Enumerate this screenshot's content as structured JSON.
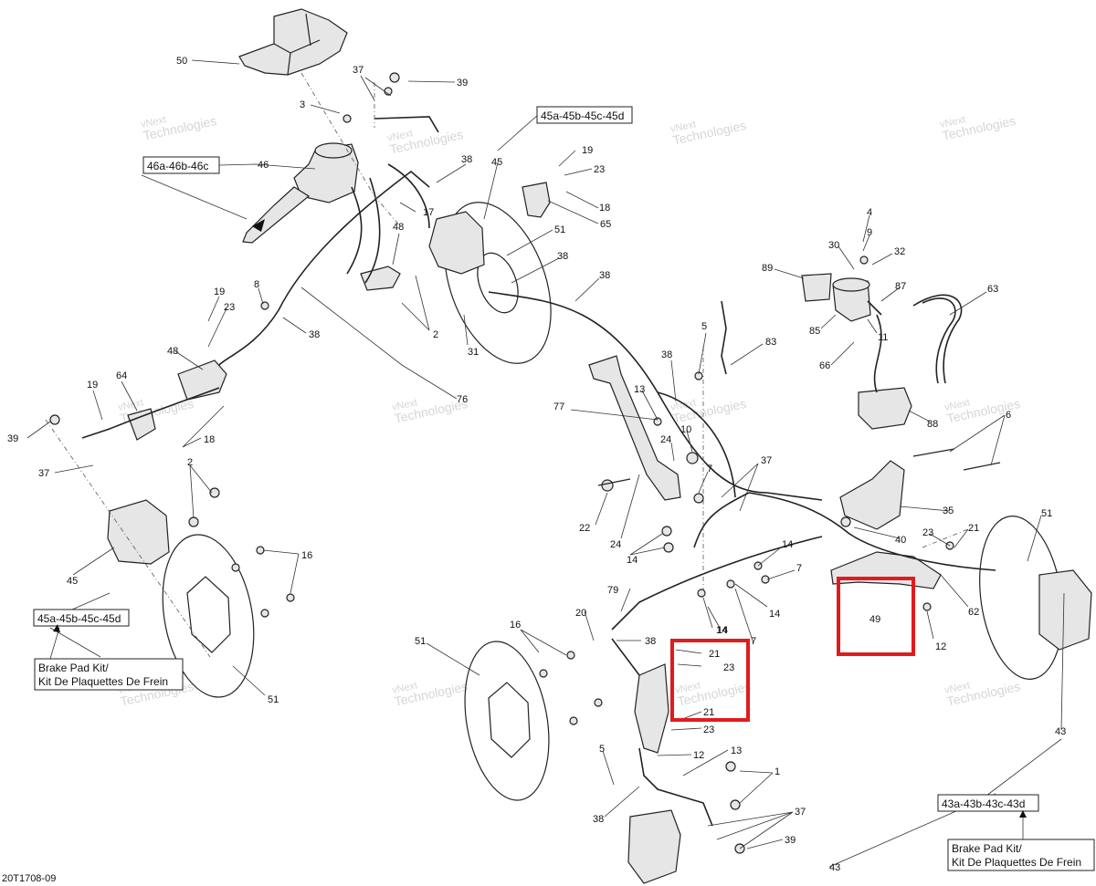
{
  "figure_code": "20T1708-09",
  "watermark": {
    "company": "vNext",
    "text": "Technologies",
    "full": "vNext Technologies"
  },
  "kit_boxes": {
    "k45_top": "45a-45b-45c-45d",
    "k46": "46a-46b-46c",
    "k45_left": "45a-45b-45c-45d",
    "k43": "43a-43b-43c-43d"
  },
  "brake_pad_kit": {
    "left": {
      "line1": "Brake Pad Kit/",
      "line2": "Kit De Plaquettes De Frein"
    },
    "right": {
      "line1": "Brake Pad Kit/",
      "line2": "Kit De Plaquettes De Frein"
    }
  },
  "highlight": {
    "color": "#e11b1b"
  },
  "callouts": [
    "50",
    "37",
    "39",
    "3",
    "46",
    "38",
    "45",
    "19",
    "23",
    "18",
    "65",
    "17",
    "48",
    "51",
    "38",
    "8",
    "19",
    "23",
    "2",
    "31",
    "38",
    "38",
    "48",
    "64",
    "19",
    "39",
    "37",
    "18",
    "76",
    "5",
    "83",
    "89",
    "30",
    "4",
    "9",
    "32",
    "87",
    "63",
    "85",
    "11",
    "66",
    "77",
    "13",
    "38",
    "88",
    "10",
    "24",
    "7",
    "37",
    "6",
    "22",
    "24",
    "14",
    "35",
    "40",
    "2",
    "16",
    "45",
    "14",
    "7",
    "14",
    "23",
    "21",
    "51",
    "79",
    "20",
    "38",
    "21",
    "23",
    "14",
    "49",
    "62",
    "12",
    "16",
    "51",
    "51",
    "21",
    "23",
    "5",
    "12",
    "13",
    "1",
    "43",
    "37",
    "39",
    "38",
    "43",
    "14",
    "7"
  ]
}
